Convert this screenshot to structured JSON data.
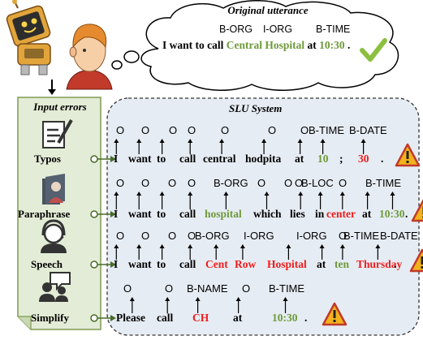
{
  "original": {
    "title": "Original utterance",
    "tags": [
      {
        "text": "B-ORG",
        "x": 0
      },
      {
        "text": "I-ORG",
        "x": 1
      },
      {
        "text": "B-TIME",
        "x": 2
      }
    ],
    "sentence": [
      {
        "t": "I want to call ",
        "c": "k"
      },
      {
        "t": "Central Hospital",
        "c": "g"
      },
      {
        "t": " at ",
        "c": "k"
      },
      {
        "t": "10:30",
        "c": "g"
      },
      {
        "t": " .",
        "c": "k"
      }
    ]
  },
  "sidebar": {
    "title": "Input errors",
    "categories": [
      "Typos",
      "Paraphrase",
      "Speech",
      "Simplify"
    ]
  },
  "slu": {
    "title": "SLU System",
    "rows": [
      {
        "tags": [
          "O",
          "O",
          "O",
          "O",
          "O",
          "O",
          "O",
          "B-TIME",
          "B-DATE"
        ],
        "tokens": [
          {
            "w": "I",
            "c": "k"
          },
          {
            "w": "want",
            "c": "k"
          },
          {
            "w": "to",
            "c": "k"
          },
          {
            "w": "call",
            "c": "k"
          },
          {
            "w": "central",
            "c": "k"
          },
          {
            "w": "hodpita",
            "c": "k"
          },
          {
            "w": "at",
            "c": "k"
          },
          {
            "w": "10",
            "c": "g"
          },
          {
            "w": ";",
            "c": "k"
          },
          {
            "w": "30",
            "c": "r"
          },
          {
            "w": ".",
            "c": "k"
          }
        ]
      },
      {
        "tags": [
          "O",
          "O",
          "O",
          "O",
          "B-ORG",
          "O",
          "O",
          "O",
          "B-LOC",
          "O",
          "B-TIME"
        ],
        "tokens": [
          {
            "w": "I",
            "c": "k"
          },
          {
            "w": "want",
            "c": "k"
          },
          {
            "w": "to",
            "c": "k"
          },
          {
            "w": "call",
            "c": "k"
          },
          {
            "w": "hospital",
            "c": "g"
          },
          {
            "w": "which",
            "c": "k"
          },
          {
            "w": "lies",
            "c": "k"
          },
          {
            "w": "in",
            "c": "k"
          },
          {
            "w": "center",
            "c": "r"
          },
          {
            "w": "at",
            "c": "k"
          },
          {
            "w": "10:30",
            "c": "g"
          },
          {
            "w": ".",
            "c": "k"
          }
        ]
      },
      {
        "tags": [
          "O",
          "O",
          "O",
          "O",
          "B-ORG",
          "I-ORG",
          "I-ORG",
          "O",
          "B-TIME",
          "B-DATE"
        ],
        "tokens": [
          {
            "w": "I",
            "c": "k"
          },
          {
            "w": "want",
            "c": "k"
          },
          {
            "w": "to",
            "c": "k"
          },
          {
            "w": "call",
            "c": "k"
          },
          {
            "w": "Cent",
            "c": "r"
          },
          {
            "w": "Row",
            "c": "r"
          },
          {
            "w": "Hospital",
            "c": "r"
          },
          {
            "w": "at",
            "c": "k"
          },
          {
            "w": "ten",
            "c": "g"
          },
          {
            "w": "Thursday",
            "c": "r"
          },
          {
            "w": ".",
            "c": "k"
          }
        ]
      },
      {
        "tags": [
          "O",
          "O",
          "B-NAME",
          "O",
          "B-TIME"
        ],
        "tokens": [
          {
            "w": "Please",
            "c": "k"
          },
          {
            "w": "call",
            "c": "k"
          },
          {
            "w": "CH",
            "c": "r"
          },
          {
            "w": "at",
            "c": "k"
          },
          {
            "w": "10:30",
            "c": "g"
          },
          {
            "w": ".",
            "c": "k"
          }
        ]
      }
    ]
  },
  "colors": {
    "green": "#6e9a3a",
    "red": "#ee1c1c",
    "sidebar_bg": "#e3ecd6",
    "sidebar_border": "#7f9a52",
    "slu_bg": "#e6ecf3",
    "warning": "#f2b21c"
  }
}
